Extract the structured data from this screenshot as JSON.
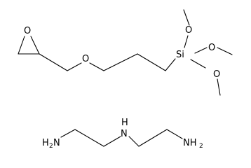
{
  "figure": {
    "background": "#ffffff",
    "ink": "#000000",
    "molecule_silane": {
      "atoms": {
        "epoxide_oxygen": "O",
        "ether_oxygen": "O",
        "silicon": "Si",
        "methoxy_oxygen_top": "O",
        "methoxy_oxygen_right": "O",
        "methoxy_oxygen_bottom": "O"
      }
    },
    "molecule_amine": {
      "atoms": {
        "left_amine_h": "H",
        "left_amine_sub": "2",
        "left_amine_n": "N",
        "center_amine": "H",
        "center_amine_n": "N",
        "right_amine_n": "NH",
        "right_amine_sub": "2"
      }
    }
  }
}
